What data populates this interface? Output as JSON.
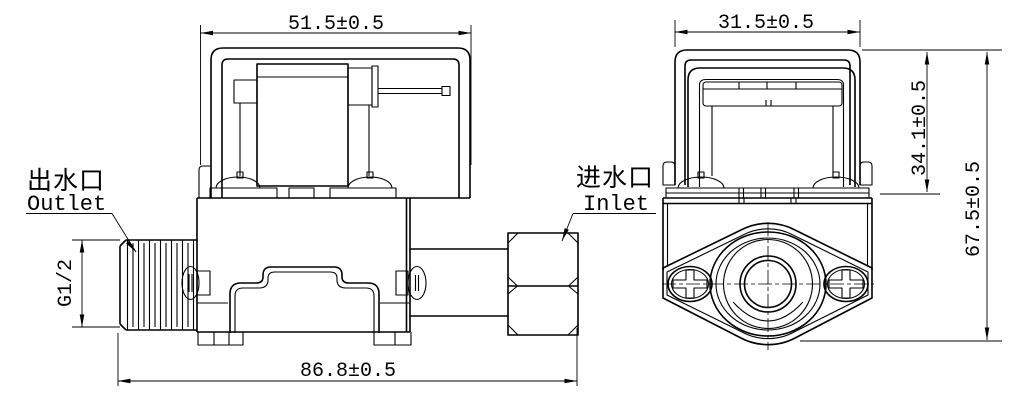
{
  "drawing": {
    "type": "technical-drawing",
    "subject": "solenoid-valve two-view engineering drawing",
    "colors": {
      "line": "#000000",
      "background": "#ffffff"
    },
    "side_view": {
      "dims": {
        "coil_width": "51.5±0.5",
        "overall_length": "86.8±0.5",
        "thread_size": "G1/2"
      },
      "labels": {
        "outlet_cn": "出水口",
        "outlet_en": "Outlet",
        "inlet_cn": "进水口",
        "inlet_en": "Inlet"
      }
    },
    "front_view": {
      "dims": {
        "coil_width": "31.5±0.5",
        "coil_height": "34.1±0.5",
        "overall_height": "67.5±0.5"
      }
    }
  }
}
